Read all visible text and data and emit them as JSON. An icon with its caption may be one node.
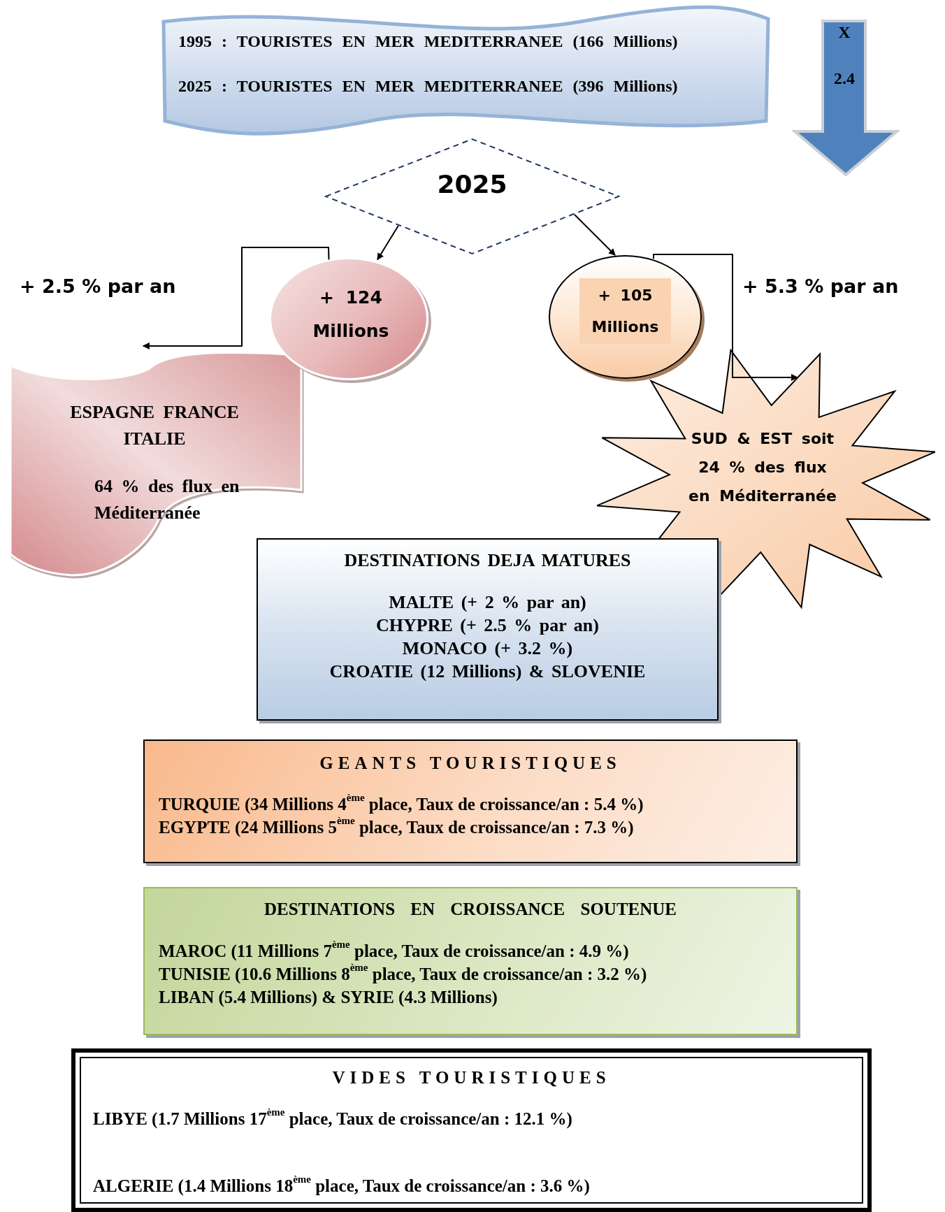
{
  "diagram": {
    "nodes": [
      {
        "text": [
          "1995 : TOURISTES EN MER MEDITERRANEE (166 Millions)",
          "2025 : TOURISTES EN MER MEDITERRANEE (396 Millions)"
        ]
      },
      {
        "text": [
          "X",
          "2.4"
        ]
      },
      {
        "text": [
          "2025"
        ]
      },
      {
        "text": [
          "+ 124 Millions"
        ]
      },
      {
        "text": [
          "+ 105 Millions"
        ]
      },
      {
        "text": [
          "ESPAGNE FRANCE ITALIE",
          "64 % des flux en Méditerranée"
        ]
      },
      {
        "text": [
          "SUD & EST soit 24 % des flux en Méditerranée"
        ]
      },
      {
        "text": [
          "DESTINATIONS DEJA MATURES",
          "MALTE (+ 2 % par an)",
          "CHYPRE (+ 2.5 % par an)",
          "MONACO (+ 3.2 %)",
          "CROATIE (12 Millions) & SLOVENIE"
        ]
      },
      {
        "text": [
          "GEANTS TOURISTIQUES",
          "TURQUIE (34 Millions 4$^{ème}$ place, Taux de croissance/an : 5.4 %)",
          "EGYPTE (24 Millions 5$^{ème}$ place, Taux de croissance/an : 7.3 %)"
        ]
      },
      {
        "text": [
          "DESTINATIONS EN CROISSANCE SOUTENUE",
          "MAROC (11 Millions 7$^{ème}$ place, Taux de croissance/an : 4.9 %)",
          "TUNISIE (10.6 Millions 8$^{ème}$ place, Taux de croissance/an : 3.2 %)",
          "LIBAN (5.4 Millions) & SYRIE (4.3 Millions)"
        ]
      },
      {
        "text": [
          "VIDES TOURISTIQUES",
          "LIBYE (1.7 Millions 17$^{ème}$ place, Taux de croissance/an : 12.1 %)",
          "ALGERIE (1.4 Millions 18$^{ème}$ place, Taux de croissance/an : 3.6 %)"
        ]
      }
    ],
    "edges": [
      {
        "from": 2,
        "to": 3,
        "arrow": "to"
      },
      {
        "from": 2,
        "to": 4,
        "arrow": "to"
      },
      {
        "from": 3,
        "to": 5,
        "arrow": "to"
      },
      {
        "from": 4,
        "to": 6,
        "arrow": "to"
      }
    ],
    "labels": [
      "+ 2.5 % par an",
      "+ 5.3 % par an"
    ]
  }
}
